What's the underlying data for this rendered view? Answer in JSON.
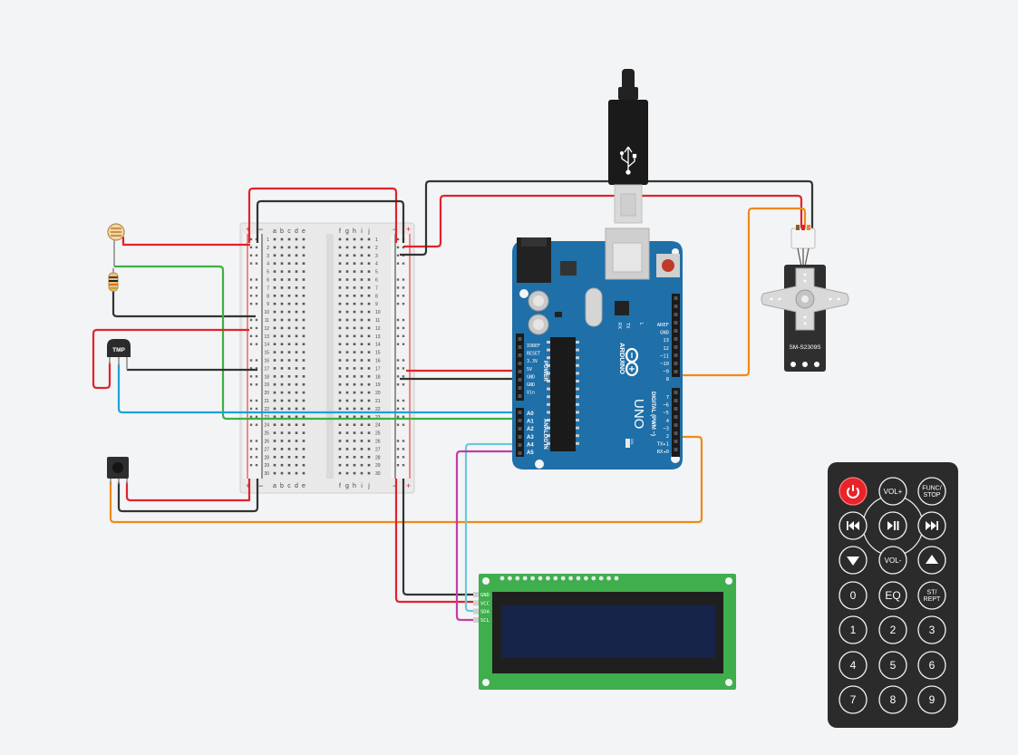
{
  "breadboard": {
    "col_letters_left": [
      "a",
      "b",
      "c",
      "d",
      "e"
    ],
    "col_letters_right": [
      "f",
      "g",
      "h",
      "i",
      "j"
    ],
    "row_numbers": [
      "1",
      "2",
      "3",
      "4",
      "5",
      "6",
      "7",
      "8",
      "9",
      "10",
      "11",
      "12",
      "13",
      "14",
      "15",
      "16",
      "17",
      "18",
      "19",
      "20",
      "21",
      "22",
      "23",
      "24",
      "25",
      "26",
      "27",
      "28",
      "29",
      "30"
    ],
    "plus": "+",
    "minus": "−"
  },
  "components": {
    "tmp_label": "TMP"
  },
  "arduino": {
    "brand": "ARDUINO",
    "model": "UNO",
    "power_label": "POWER",
    "analog_label": "ANALOG IN",
    "digital_label": "DIGITAL (PWM ~)",
    "power_pins": [
      "IOREF",
      "RESET",
      "3.3V",
      "5V",
      "GND",
      "GND",
      "Vin"
    ],
    "analog_pins": [
      "A0",
      "A1",
      "A2",
      "A3",
      "A4",
      "A5"
    ],
    "digital_top": [
      "AREF",
      "GND",
      "13",
      "12",
      "~11",
      "~10",
      "~9",
      "8"
    ],
    "digital_bottom": [
      "7",
      "~6",
      "~5",
      "4",
      "~3",
      "2",
      "TX▸1",
      "RX◂0"
    ],
    "tx": "TX",
    "rx": "RX",
    "l": "L",
    "on": "ON"
  },
  "servo": {
    "model": "SM-S2309S"
  },
  "lcd": {
    "pins": [
      "GND",
      "VCC",
      "SDA",
      "SCL"
    ]
  },
  "remote": {
    "buttons": [
      {
        "label": "",
        "icon": "power-icon",
        "name": "power"
      },
      {
        "label": "VOL+",
        "name": "vol-up"
      },
      {
        "label": "FUNC/\nSTOP",
        "name": "func-stop"
      },
      {
        "label": "",
        "icon": "prev-icon",
        "name": "prev"
      },
      {
        "label": "",
        "icon": "play-pause-icon",
        "name": "play-pause"
      },
      {
        "label": "",
        "icon": "next-icon",
        "name": "next"
      },
      {
        "label": "",
        "icon": "down-icon",
        "name": "down"
      },
      {
        "label": "VOL-",
        "name": "vol-down"
      },
      {
        "label": "",
        "icon": "up-icon",
        "name": "up"
      },
      {
        "label": "0",
        "name": "0"
      },
      {
        "label": "EQ",
        "name": "eq"
      },
      {
        "label": "ST/\nREPT",
        "name": "st-rept"
      },
      {
        "label": "1",
        "name": "1"
      },
      {
        "label": "2",
        "name": "2"
      },
      {
        "label": "3",
        "name": "3"
      },
      {
        "label": "4",
        "name": "4"
      },
      {
        "label": "5",
        "name": "5"
      },
      {
        "label": "6",
        "name": "6"
      },
      {
        "label": "7",
        "name": "7"
      },
      {
        "label": "8",
        "name": "8"
      },
      {
        "label": "9",
        "name": "9"
      }
    ]
  },
  "colors": {
    "background": "#f3f4f6",
    "board": "#1f6fa8",
    "wire_red": "#e0232b",
    "wire_black": "#333333",
    "wire_green": "#3cb043",
    "wire_blue": "#1da1d6",
    "wire_orange": "#ef8a17",
    "wire_cyan": "#6cc7d9",
    "wire_magenta": "#c23ca6",
    "lcd_green": "#3fae4c",
    "lcd_screen": "#16244a",
    "remote_body": "#2b2b2b",
    "power_red": "#e8232b"
  }
}
